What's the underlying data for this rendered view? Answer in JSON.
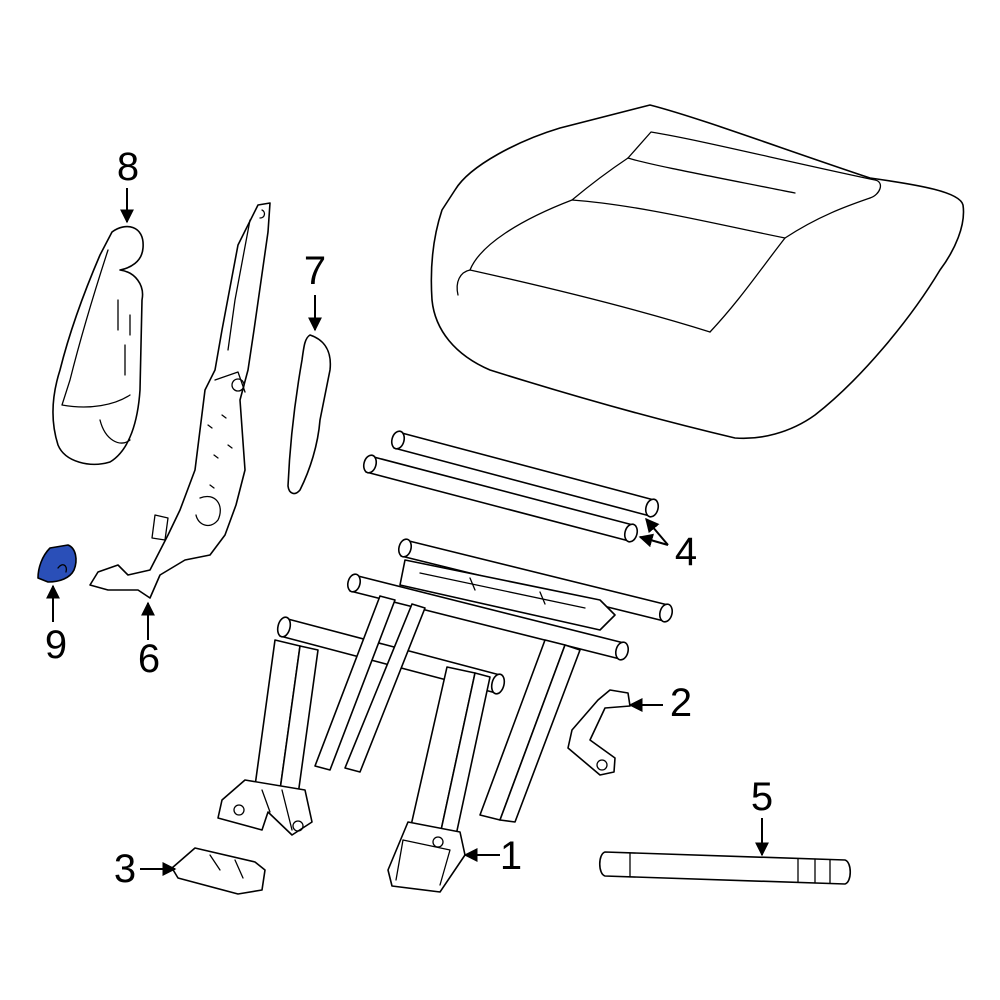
{
  "callouts": [
    {
      "id": "1",
      "label": "1"
    },
    {
      "id": "2",
      "label": "2"
    },
    {
      "id": "3",
      "label": "3"
    },
    {
      "id": "4",
      "label": "4"
    },
    {
      "id": "5",
      "label": "5"
    },
    {
      "id": "6",
      "label": "6"
    },
    {
      "id": "7",
      "label": "7"
    },
    {
      "id": "8",
      "label": "8"
    },
    {
      "id": "9",
      "label": "9"
    }
  ],
  "highlight": {
    "part": "9",
    "color": "#2a4fb8"
  },
  "line_color": "#000000",
  "background": "#ffffff"
}
